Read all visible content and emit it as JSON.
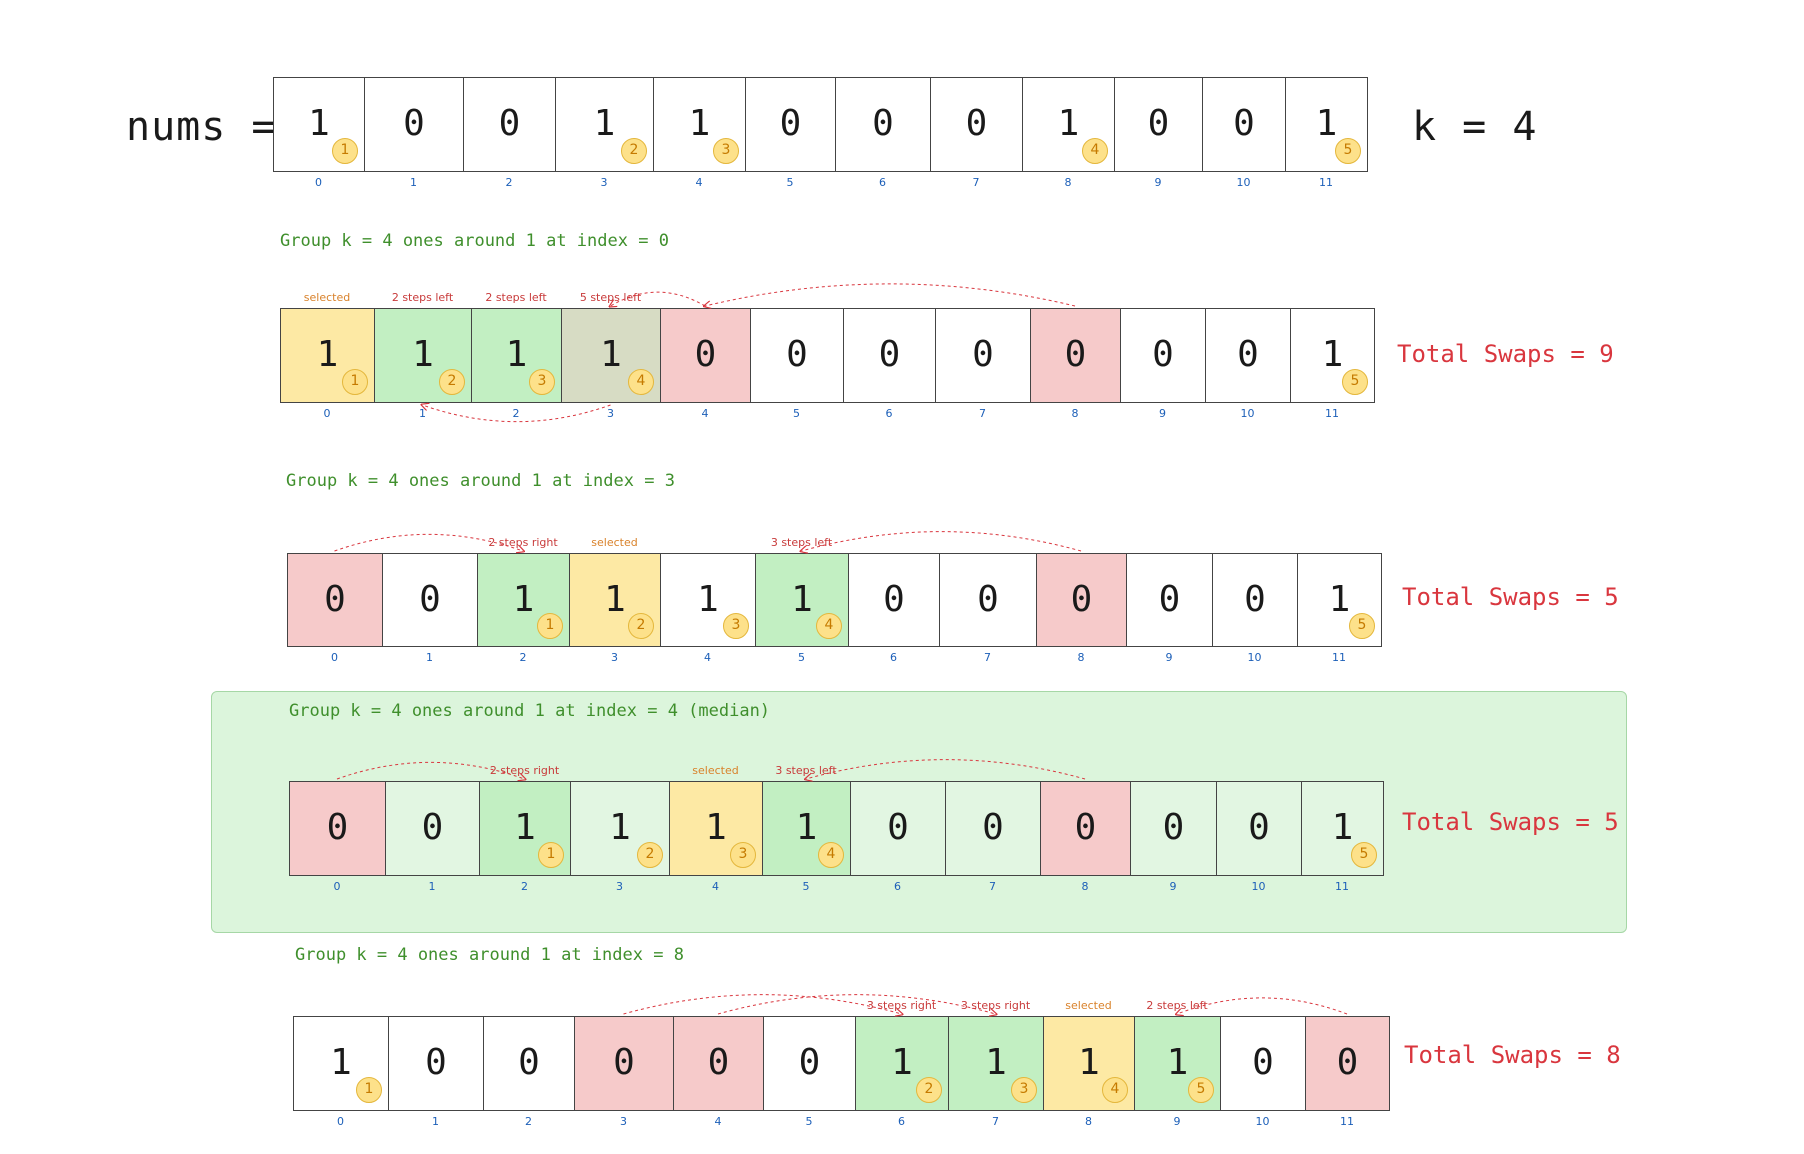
{
  "header": {
    "nums_label": "nums =",
    "k_label": "k = 4",
    "row": {
      "values": [
        "1",
        "0",
        "0",
        "1",
        "1",
        "0",
        "0",
        "0",
        "1",
        "0",
        "0",
        "1"
      ],
      "indices": [
        "0",
        "1",
        "2",
        "3",
        "4",
        "5",
        "6",
        "7",
        "8",
        "9",
        "10",
        "11"
      ],
      "badges": [
        {
          "index": 0,
          "label": "1"
        },
        {
          "index": 3,
          "label": "2"
        },
        {
          "index": 4,
          "label": "3"
        },
        {
          "index": 8,
          "label": "4"
        },
        {
          "index": 11,
          "label": "5"
        }
      ]
    }
  },
  "groups": [
    {
      "title": "Group k = 4 ones around 1 at index = 0",
      "total": "Total Swaps = 9",
      "values": [
        "1",
        "1",
        "1",
        "1",
        "0",
        "0",
        "0",
        "0",
        "0",
        "0",
        "0",
        "1"
      ],
      "indices": [
        "0",
        "1",
        "2",
        "3",
        "4",
        "5",
        "6",
        "7",
        "8",
        "9",
        "10",
        "11"
      ],
      "fills": [
        "sel",
        "mov",
        "mov",
        "far",
        "zero",
        "",
        "",
        "",
        "zero",
        "",
        "",
        ""
      ],
      "badges": [
        {
          "index": 0,
          "label": "1"
        },
        {
          "index": 1,
          "label": "2"
        },
        {
          "index": 2,
          "label": "3"
        },
        {
          "index": 3,
          "label": "4"
        },
        {
          "index": 11,
          "label": "5"
        }
      ],
      "notes": [
        {
          "index": 0,
          "text": "selected",
          "tone": "orange"
        },
        {
          "index": 1,
          "text": "2 steps left",
          "tone": "red"
        },
        {
          "index": 2,
          "text": "2 steps left",
          "tone": "red"
        },
        {
          "index": 3,
          "text": "5 steps left",
          "tone": "red"
        }
      ],
      "arrows": [
        {
          "from": 4,
          "to": 3,
          "side": "top"
        },
        {
          "from": 8,
          "to": 4,
          "side": "top"
        },
        {
          "from": 3,
          "to": 1,
          "side": "bottom"
        }
      ]
    },
    {
      "title": "Group k = 4 ones around 1 at index = 3",
      "total": "Total Swaps = 5",
      "values": [
        "0",
        "0",
        "1",
        "1",
        "1",
        "1",
        "0",
        "0",
        "0",
        "0",
        "0",
        "1"
      ],
      "indices": [
        "0",
        "1",
        "2",
        "3",
        "4",
        "5",
        "6",
        "7",
        "8",
        "9",
        "10",
        "11"
      ],
      "fills": [
        "zero",
        "",
        "mov",
        "sel",
        "",
        "mov",
        "",
        "",
        "zero",
        "",
        "",
        ""
      ],
      "badges": [
        {
          "index": 2,
          "label": "1"
        },
        {
          "index": 3,
          "label": "2"
        },
        {
          "index": 4,
          "label": "3"
        },
        {
          "index": 5,
          "label": "4"
        },
        {
          "index": 11,
          "label": "5"
        }
      ],
      "notes": [
        {
          "index": 2,
          "text": "2 steps right",
          "tone": "red"
        },
        {
          "index": 3,
          "text": "selected",
          "tone": "orange"
        },
        {
          "index": 5,
          "text": "3 steps left",
          "tone": "red"
        }
      ],
      "arrows": [
        {
          "from": 0,
          "to": 2,
          "side": "top"
        },
        {
          "from": 8,
          "to": 5,
          "side": "top"
        }
      ]
    },
    {
      "title": "Group k = 4 ones around 1 at index = 4 (median)",
      "total": "Total Swaps = 5",
      "values": [
        "0",
        "0",
        "1",
        "1",
        "1",
        "1",
        "0",
        "0",
        "0",
        "0",
        "0",
        "1"
      ],
      "indices": [
        "0",
        "1",
        "2",
        "3",
        "4",
        "5",
        "6",
        "7",
        "8",
        "9",
        "10",
        "11"
      ],
      "fills": [
        "zero",
        "alt",
        "mov",
        "alt",
        "sel",
        "mov",
        "alt",
        "alt",
        "zero",
        "alt",
        "alt",
        "alt"
      ],
      "badges": [
        {
          "index": 2,
          "label": "1"
        },
        {
          "index": 3,
          "label": "2"
        },
        {
          "index": 4,
          "label": "3"
        },
        {
          "index": 5,
          "label": "4"
        },
        {
          "index": 11,
          "label": "5"
        }
      ],
      "notes": [
        {
          "index": 2,
          "text": "2 steps right",
          "tone": "red"
        },
        {
          "index": 4,
          "text": "selected",
          "tone": "orange"
        },
        {
          "index": 5,
          "text": "3 steps left",
          "tone": "red"
        }
      ],
      "arrows": [
        {
          "from": 0,
          "to": 2,
          "side": "top"
        },
        {
          "from": 8,
          "to": 5,
          "side": "top"
        }
      ]
    },
    {
      "title": "Group k = 4 ones around 1 at index = 8",
      "total": "Total Swaps = 8",
      "values": [
        "1",
        "0",
        "0",
        "0",
        "0",
        "0",
        "1",
        "1",
        "1",
        "1",
        "0",
        "0"
      ],
      "indices": [
        "0",
        "1",
        "2",
        "3",
        "4",
        "5",
        "6",
        "7",
        "8",
        "9",
        "10",
        "11"
      ],
      "fills": [
        "",
        "",
        "",
        "zero",
        "zero",
        "",
        "mov",
        "mov",
        "sel",
        "mov",
        "",
        "zero"
      ],
      "badges": [
        {
          "index": 0,
          "label": "1"
        },
        {
          "index": 6,
          "label": "2"
        },
        {
          "index": 7,
          "label": "3"
        },
        {
          "index": 8,
          "label": "4"
        },
        {
          "index": 9,
          "label": "5"
        }
      ],
      "notes": [
        {
          "index": 6,
          "text": "3 steps right",
          "tone": "red"
        },
        {
          "index": 7,
          "text": "3 steps right",
          "tone": "red"
        },
        {
          "index": 8,
          "text": "selected",
          "tone": "orange"
        },
        {
          "index": 9,
          "text": "2 steps left",
          "tone": "red"
        }
      ],
      "arrows": [
        {
          "from": 3,
          "to": 6,
          "side": "top"
        },
        {
          "from": 4,
          "to": 7,
          "side": "top"
        },
        {
          "from": 11,
          "to": 9,
          "side": "top"
        }
      ]
    }
  ],
  "colors": {
    "selected": "#fde9a4",
    "moved": "#c2efc2",
    "far_moved": "#d7dcc4",
    "zero_swapped": "#f6caca",
    "median_panel": "#dcf5dc",
    "title_green": "#3f8f2c",
    "total_red": "#d9363e",
    "index_blue": "#1c5fb8"
  }
}
